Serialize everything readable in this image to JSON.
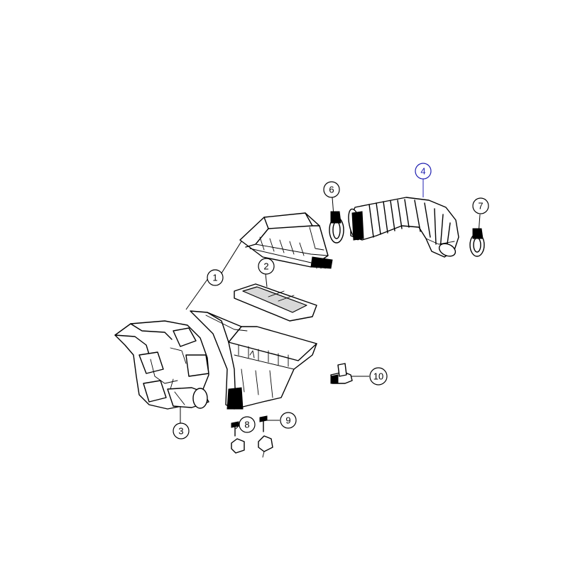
{
  "callouts": [
    {
      "id": "1",
      "label": "1"
    },
    {
      "id": "2",
      "label": "2"
    },
    {
      "id": "3",
      "label": "3"
    },
    {
      "id": "4",
      "label": "4",
      "highlighted": true
    },
    {
      "id": "6",
      "label": "6"
    },
    {
      "id": "7",
      "label": "7"
    },
    {
      "id": "8",
      "label": "8"
    },
    {
      "id": "9",
      "label": "9"
    },
    {
      "id": "10",
      "label": "10"
    }
  ],
  "colors": {
    "line": "#000000",
    "highlight": "#1f1fb0",
    "background": "#ffffff"
  }
}
